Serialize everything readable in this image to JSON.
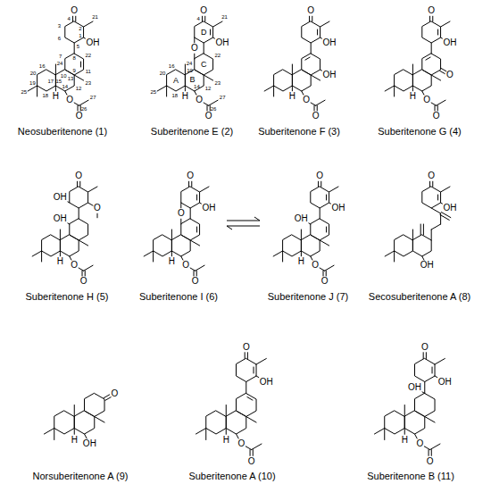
{
  "diagram": {
    "labels": [
      "O",
      "OH",
      "H",
      "O",
      "O",
      "4",
      "3",
      "6",
      "2",
      "1",
      "5",
      "21",
      "8",
      "7",
      "22",
      "11",
      "9",
      "10",
      "13",
      "12",
      "14",
      "15",
      "16",
      "17",
      "18",
      "19",
      "20",
      "24",
      "23",
      "25",
      "26",
      "27",
      "Neosuberitenone (1)",
      "O",
      "O",
      "OH",
      "H",
      "O",
      "O",
      "A",
      "B",
      "C",
      "D",
      "4",
      "21",
      "22",
      "12",
      "23",
      "24",
      "16",
      "10",
      "18",
      "14",
      "25",
      "20",
      "26",
      "27",
      "Suberitenone E (2)",
      "O",
      "OH",
      "H",
      "OH",
      "O",
      "O",
      "Suberitenone F (3)",
      "O",
      "OH",
      "H",
      "O",
      "O",
      "O",
      "Suberitenone G (4)",
      "O",
      "OH",
      "OH",
      "O",
      "H",
      "O",
      "O",
      "Suberitenone H (5)",
      "O",
      "O",
      "OH",
      "H",
      "O",
      "O",
      "Suberitenone I (6)",
      "O",
      "OH",
      "OH",
      "H",
      "O",
      "O",
      "Suberitenone J (7)",
      "O",
      "OH",
      "OH",
      "Secosuberitenone A (8)",
      "O",
      "H",
      "OH",
      "Norsuberitenone A (9)",
      "O",
      "OH",
      "H",
      "O",
      "O",
      "Suberitenone A (10)",
      "O",
      "OH",
      "OH",
      "H",
      "O",
      "O",
      "Suberitenone B (11)"
    ]
  }
}
